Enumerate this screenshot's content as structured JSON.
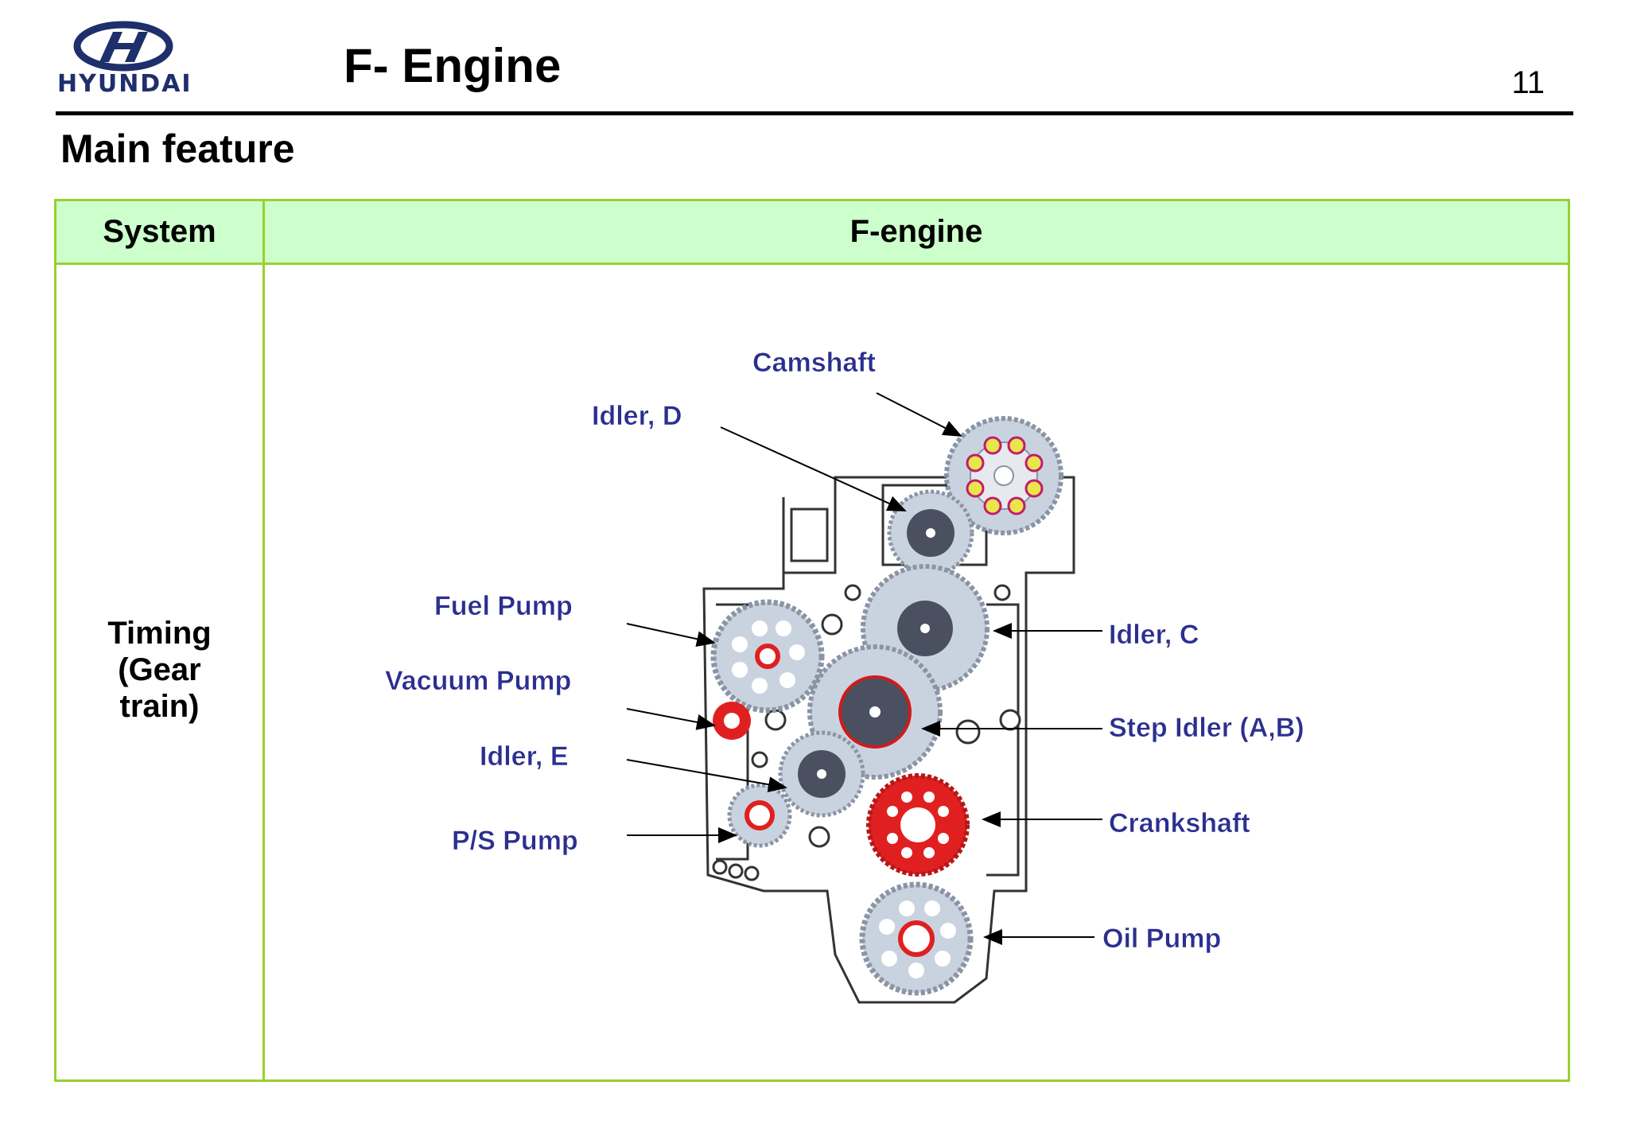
{
  "header": {
    "logo_text": "HYUNDAI",
    "title": "F- Engine",
    "page_number": "11"
  },
  "subtitle": "Main feature",
  "table": {
    "headers": {
      "system": "System",
      "engine": "F-engine"
    },
    "row": {
      "system_lines": [
        "Timing",
        "(Gear",
        "train)"
      ]
    }
  },
  "diagram": {
    "callouts": {
      "camshaft": "Camshaft",
      "idler_d": "Idler, D",
      "fuel_pump": "Fuel Pump",
      "vacuum_pump": "Vacuum Pump",
      "idler_e": "Idler, E",
      "ps_pump": "P/S Pump",
      "idler_c": "Idler, C",
      "step_idler": "Step Idler (A,B)",
      "crankshaft": "Crankshaft",
      "oil_pump": "Oil Pump"
    }
  },
  "colors": {
    "table_border": "#99d12e",
    "header_fill": "#ccffcc",
    "callout_text": "#2b2f8f",
    "logo": "#1e2f6b"
  }
}
